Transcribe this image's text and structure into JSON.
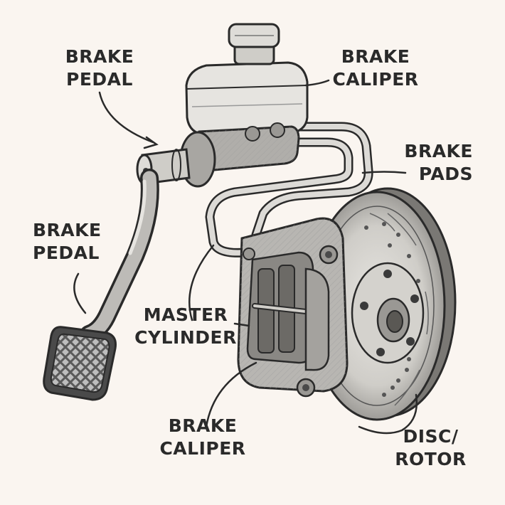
{
  "labels": {
    "brake_pedal_top": [
      "BRAKE",
      "PEDAL"
    ],
    "brake_caliper_top": [
      "BRAKE",
      "CALIPER"
    ],
    "brake_pads": [
      "BRAKE",
      "PADS"
    ],
    "brake_pedal_left": [
      "BRAKE",
      "PEDAL"
    ],
    "master_cylinder": [
      "MASTER",
      "CYLINDER"
    ],
    "brake_caliper_bottom": [
      "BRAKE",
      "CALIPER"
    ],
    "disc_rotor": [
      "DISC/",
      "ROTOR"
    ]
  },
  "colors": {
    "background": "#faf5f0",
    "ink": "#2a2a2a",
    "shade": "#8c8c8c",
    "light": "#e2e0dc"
  }
}
